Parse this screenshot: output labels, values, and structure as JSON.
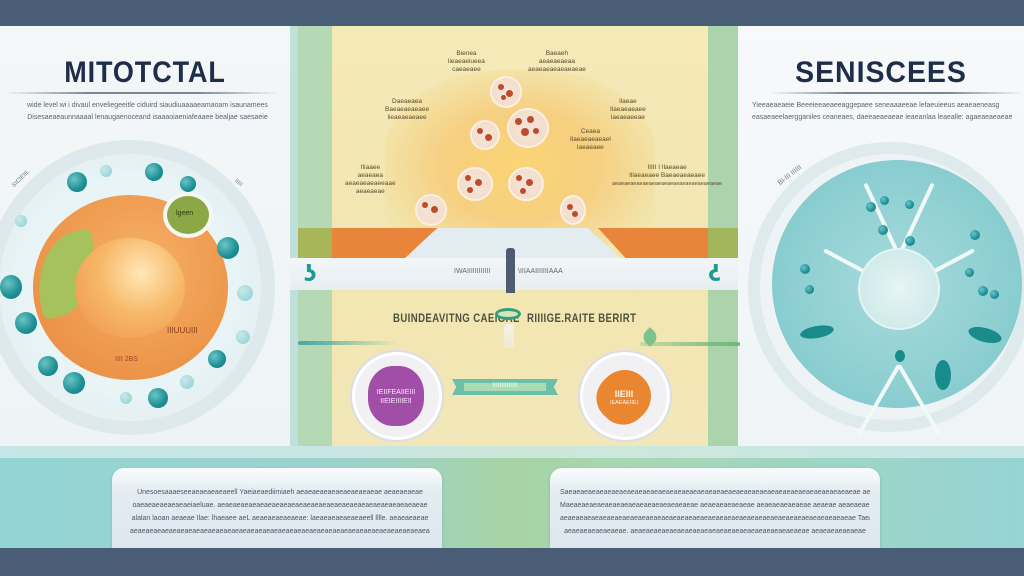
{
  "header": {
    "bar": ""
  },
  "left_panel": {
    "title": "MITOTCTAL",
    "description": [
      "wide level wi i divaul enveliegeeitle ciduird siaudiuaaaaeamaoam isaunamees",
      "Disesaeaeaunnaaaal lenaugaenoceand isaaaoiaeniafeaaee bealjae saesaeie"
    ],
    "cell": {
      "bubble_label": "lgeen",
      "nucleus_label": "IIIUUUIII",
      "base_label": "IIII 2BS",
      "ring_label_left": "SICIEIIL",
      "ring_label_right": "IIIII"
    }
  },
  "right_panel": {
    "title": "SENISCEES",
    "description": [
      "Yieeaeaeaeie Beeeieeaeaeeaggepaee seneaaaeeae lefaeuieeus aeaeaeneasg",
      "easaeaeelaergganiles ceaneaes, daeeaeaeaeae ieaeanlaa leaealle: agaeaeaeaeae"
    ],
    "cell": {
      "ring_label": "Bi-III IIIIII"
    }
  },
  "center_panel": {
    "annotations": [
      {
        "id": "top-left",
        "lines": [
          "Bienea",
          "lieaeaeiueea",
          "caeaeaee"
        ]
      },
      {
        "id": "top-right",
        "lines": [
          "Baeaeh",
          "aeaeaeaeaa",
          "aeaeaeaeaeaeaeae"
        ]
      },
      {
        "id": "mid-left",
        "lines": [
          "Daeaeaea",
          "Baeaeaeaeaee",
          "lieaeaeaeaee"
        ]
      },
      {
        "id": "mid-right",
        "lines": [
          "llaeae",
          "Ilaeaeaeaee",
          "laeaeaeeae"
        ]
      },
      {
        "id": "center-right",
        "lines": [
          "Ceaea",
          "Ilaeaeaeaeael",
          "laeaeaee"
        ]
      },
      {
        "id": "low-left",
        "lines": [
          "IIiaaee",
          "aeaeaea",
          "aeaeaeaeaeeaae",
          "aeaeaeae"
        ]
      },
      {
        "id": "low-right",
        "lines": [
          "IIIII I  Ilaeaeae",
          "Illaeaeaee Baeaeaeaeaee",
          "aeaeaeaeaeaeaeaeaeaeaeaeaeaeaeaeaeae"
        ]
      }
    ],
    "band_label_left": "IWAIIIIIIIIIIII",
    "band_label_right": "\\IIIAAIIIIIIIAAA",
    "headline_left": "BUINDEAVITNG CAEIGAE",
    "headline_right": "RIIIIGE.RAITE BERIRT",
    "purple_badge": [
      "IEIIFEAIIEIII",
      "IIEIEIIIIEII"
    ],
    "ribbon_label": "IIIIIIIIIIIIII",
    "orange_badge": [
      "IIEIII",
      "IEAEAEIIEI"
    ]
  },
  "cards": {
    "left": [
      "Unesoesaaaeseeaeaeaeaeaeell Yaeiaeaediimiaeh aeaeaeaeaeaeaeaeaeaeae aeaeaeaeae",
      "oaeaeaeaeaeaeaeiaeluae. aeaeaeaeaeaeaeaeaeaeaeaeaeaeaeaeaeaeaeaeaeaeaeaeaeaeae",
      "alalan laoan aeaeae Ilae: lhaeaee aeL aeaeaeaeaeaeae: laeaeaeaeaeaeaeell lllle. aeaeaeaeae",
      "aeaeaeaeaeaeaeaeaeaeaeaeaeaeaeaeaeaeaeaeaeaeaeaeaeaeaeaeaeaeaeaeaeaeaeaeaeaeaeaeae"
    ],
    "right": [
      "Saeaeaeaeaeaeaeaeaeaeaeaeaeaeaeaeaeaeaeaeaeaeaeaeaeaeaeaeaeaeaeaeaeaeaeaeaeae aeaeaeaeaeae.",
      "Maeaeaeaeaeaeaeaeaeaeaeaeaeaeaeaeae aeaeaeaeaeaeae aeaeaeaeaeaeae aeaeae aeaeaeae.",
      "aeaeaeaeaeaeaeaeaeaeaeaeaeaeaeaeaeaeaeaeaeaeaeaeaeaeaeaeaeaeaeaeaeaeaeaeaeae Taeae",
      "aeaeaeaeaeaeaeae. aeaeaeaeaeaeaeaeaeaeaeaeaeaeaeaeaeaeaeaeaeaeae aeaeaeaeaeaeae"
    ]
  },
  "colors": {
    "header_bar": "#4a5d76",
    "title_text": "#1e2d4a",
    "center_bg": "#f2e6b0",
    "accent_orange": "#e9853a",
    "accent_purple": "#a14ea8",
    "accent_teal": "#1c8f94",
    "accent_green": "#abd4ac"
  }
}
